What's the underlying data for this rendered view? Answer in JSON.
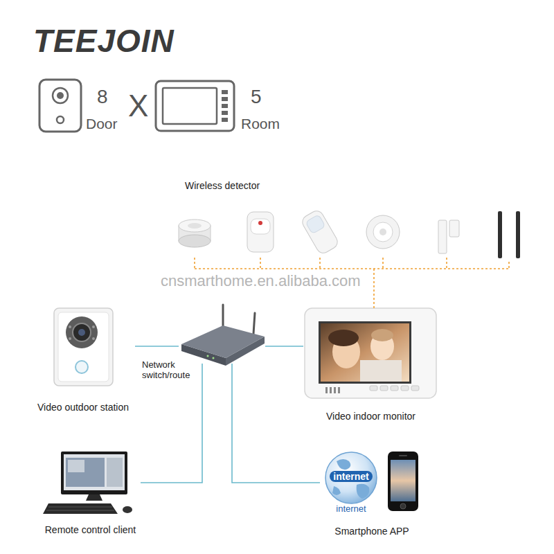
{
  "diagram": {
    "title": "TEEJOIN",
    "nodes": [
      {
        "text": [
          "Wireless detector"
        ]
      },
      {
        "text": [
          "Video outdoor station"
        ]
      },
      {
        "text": [
          "Network switch/route"
        ]
      },
      {
        "text": [
          "Video indoor monitor"
        ]
      },
      {
        "text": [
          "Remote control client"
        ]
      },
      {
        "text": [
          "Smartphone APP"
        ]
      }
    ],
    "edges": [
      {
        "from": 0,
        "to": 3,
        "arrow": "none"
      },
      {
        "from": 1,
        "to": 2,
        "arrow": "none"
      },
      {
        "from": 2,
        "to": 3,
        "arrow": "none"
      },
      {
        "from": 2,
        "to": 4,
        "arrow": "none"
      },
      {
        "from": 2,
        "to": 5,
        "arrow": "none"
      }
    ],
    "labels": [
      "8",
      "Door",
      "X",
      "5",
      "Room",
      "cnsmarthome.en.alibaba.com",
      "internet",
      "internet"
    ]
  }
}
